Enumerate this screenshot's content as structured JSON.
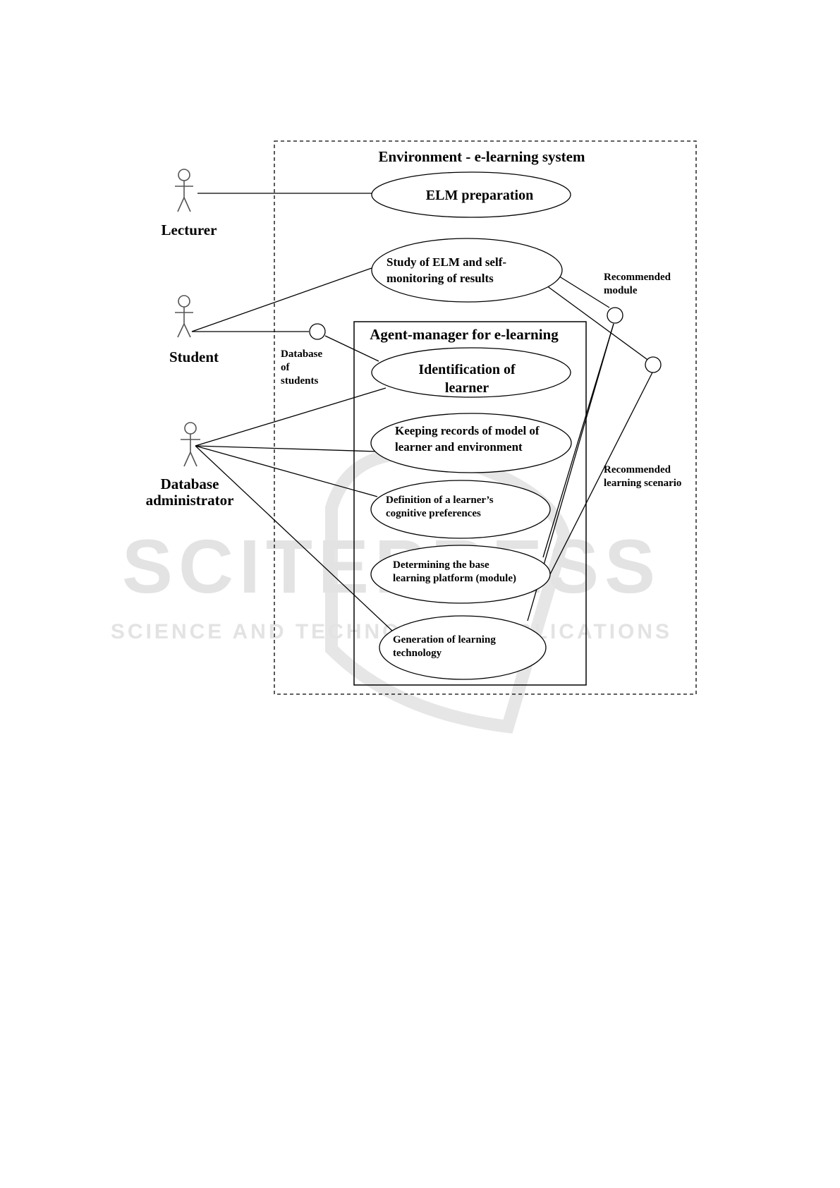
{
  "environment": {
    "title": "Environment - e-learning system"
  },
  "agent_manager": {
    "title": "Agent-manager for e-learning"
  },
  "actors": {
    "lecturer": "Lecturer",
    "student": "Student",
    "admin_line1": "Database",
    "admin_line2": "administrator"
  },
  "use_cases": {
    "elm_preparation": [
      "ELM preparation"
    ],
    "study_elm": [
      "Study of ELM and self-",
      "monitoring of results"
    ],
    "identification": [
      "Identification of",
      "learner"
    ],
    "keeping_records": [
      "Keeping records of model of",
      "learner and environment"
    ],
    "definition_preferences": [
      "Definition of a learner’s",
      "cognitive preferences"
    ],
    "determining_platform": [
      "Determining the base",
      "learning platform (module)"
    ],
    "generation_technology": [
      "Generation of learning",
      "technology"
    ]
  },
  "interfaces": {
    "database_students": [
      "Database",
      "of",
      "students"
    ],
    "recommended_module": [
      "Recommended",
      "module"
    ],
    "recommended_scenario": [
      "Recommended",
      "learning scenario"
    ]
  },
  "watermark": {
    "main": "SCITEPRESS",
    "sub": "SCIENCE AND TECHNOLOGY PUBLICATIONS"
  },
  "colors": {
    "watermark": "#e3e3e3",
    "stroke": "#000000"
  }
}
